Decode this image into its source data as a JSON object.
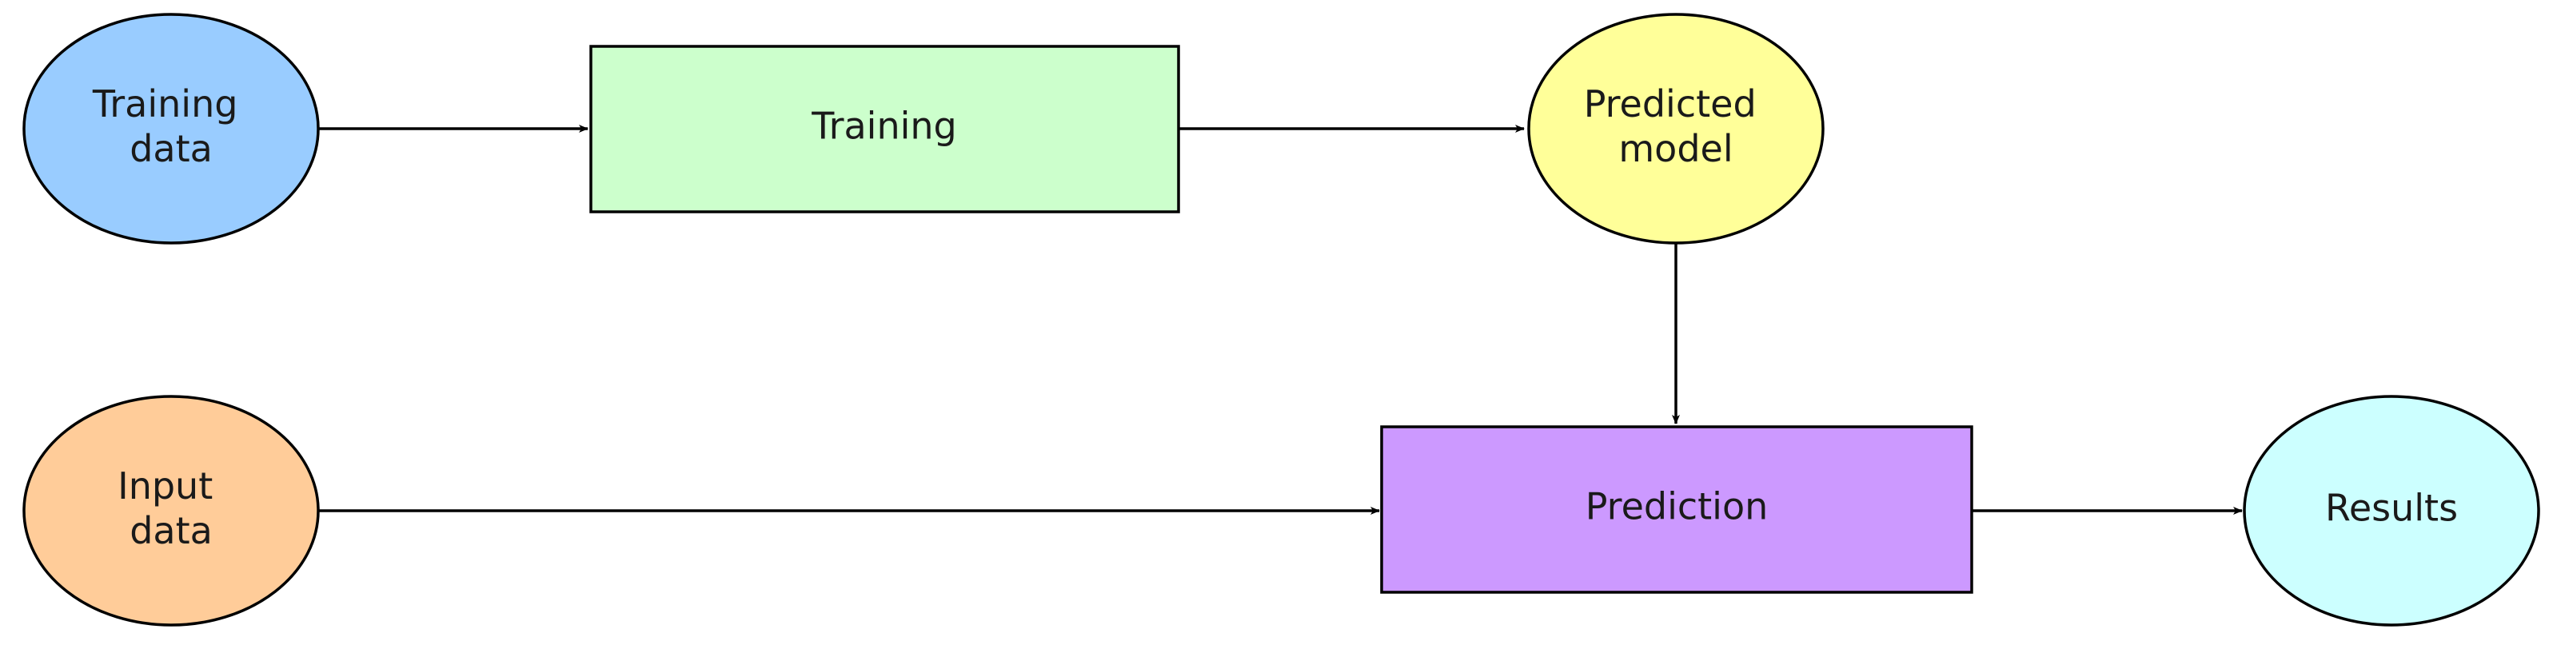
{
  "nodes": {
    "training_data": {
      "shape": "ellipse",
      "fill": "#99CCFF",
      "lines": [
        "Training",
        "data"
      ]
    },
    "training": {
      "shape": "rect",
      "fill": "#CCFFCC",
      "lines": [
        "Training"
      ]
    },
    "predicted_model": {
      "shape": "ellipse",
      "fill": "#FFFF99",
      "lines": [
        "Predicted",
        "model"
      ]
    },
    "input_data": {
      "shape": "ellipse",
      "fill": "#FFCC99",
      "lines": [
        "Input",
        "data"
      ]
    },
    "prediction": {
      "shape": "rect",
      "fill": "#CC99FF",
      "lines": [
        "Prediction"
      ]
    },
    "results": {
      "shape": "ellipse",
      "fill": "#CCFFFF",
      "lines": [
        "Results"
      ]
    }
  },
  "edges": [
    {
      "from": "training_data",
      "to": "training"
    },
    {
      "from": "training",
      "to": "predicted_model"
    },
    {
      "from": "predicted_model",
      "to": "prediction"
    },
    {
      "from": "input_data",
      "to": "prediction"
    },
    {
      "from": "prediction",
      "to": "results"
    }
  ]
}
